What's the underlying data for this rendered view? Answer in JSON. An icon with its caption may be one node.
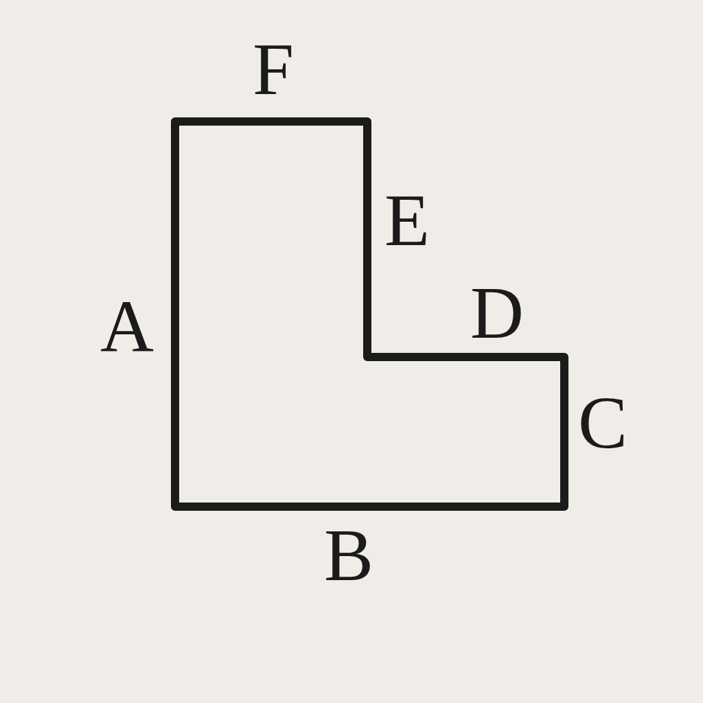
{
  "diagram": {
    "labels": [
      "F",
      "E",
      "D",
      "A",
      "C",
      "B"
    ]
  }
}
